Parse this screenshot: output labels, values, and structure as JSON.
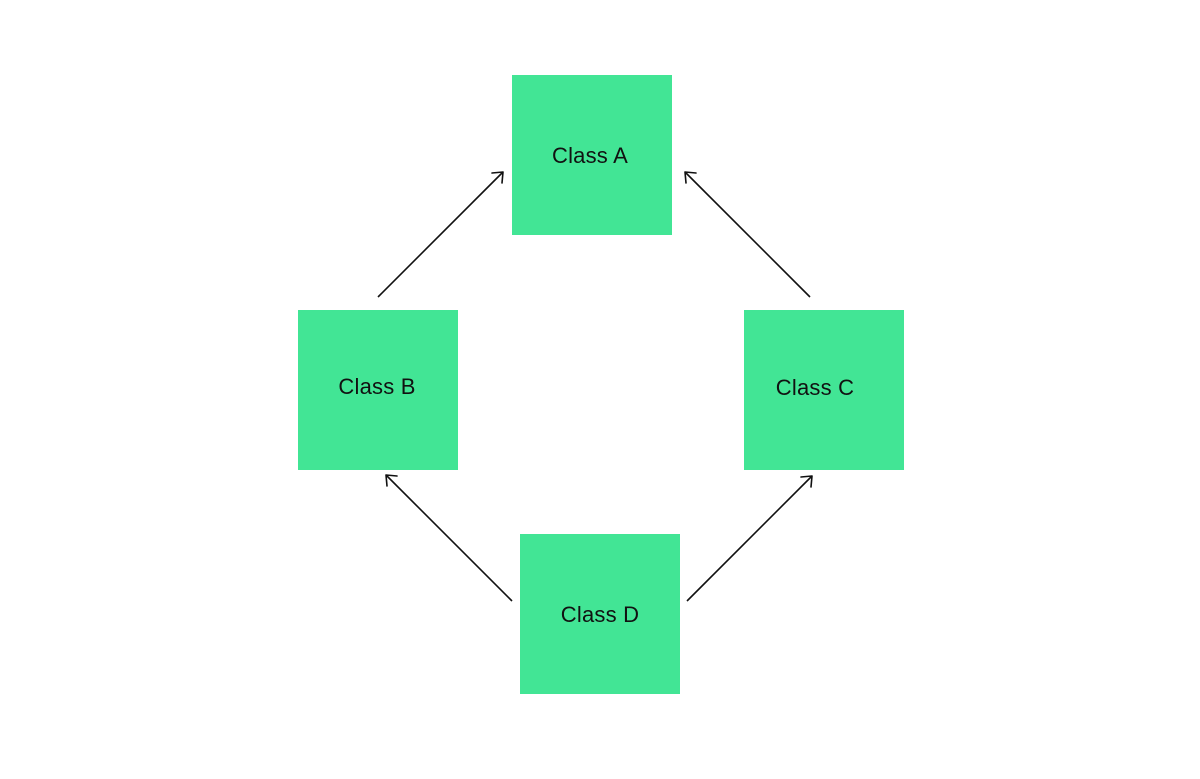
{
  "diagram": {
    "node_color": "#42E595",
    "nodes": {
      "a": {
        "label": "Class A"
      },
      "b": {
        "label": "Class B"
      },
      "c": {
        "label": "Class C"
      },
      "d": {
        "label": "Class D"
      }
    },
    "edges": [
      {
        "from": "b",
        "to": "a"
      },
      {
        "from": "c",
        "to": "a"
      },
      {
        "from": "d",
        "to": "b"
      },
      {
        "from": "d",
        "to": "c"
      }
    ]
  }
}
